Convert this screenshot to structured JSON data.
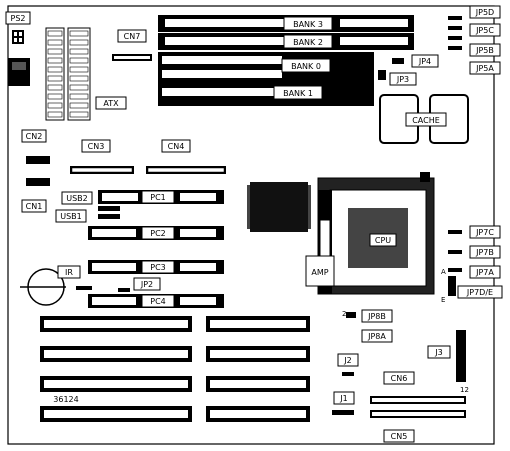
{
  "board": {
    "model_number": "36124",
    "connectors": {
      "ps2": "PS2",
      "cn7": "CN7",
      "atx": "ATX",
      "cn2": "CN2",
      "cn1": "CN1",
      "cn3": "CN3",
      "cn4": "CN4",
      "usb2": "USB2",
      "usb1": "USB1",
      "ir": "IR",
      "cn6": "CN6",
      "cn5": "CN5"
    },
    "memory_banks": [
      "BANK 3",
      "BANK 2",
      "BANK 0",
      "BANK 1"
    ],
    "slots": {
      "pc1": "PC1",
      "pc2": "PC2",
      "pc3": "PC3",
      "pc4": "PC4"
    },
    "jumpers": {
      "jp5d": "JP5D",
      "jp5c": "JP5C",
      "jp5b": "JP5B",
      "jp5a": "JP5A",
      "jp4": "JP4",
      "jp3": "JP3",
      "jp7c": "JP7C",
      "jp7b": "JP7B",
      "jp7a": "JP7A",
      "jp7d_e": "JP7D/E",
      "jp8b": "JP8B",
      "jp8a": "JP8A",
      "jp2": "JP2",
      "j3": "J3",
      "j2": "J2",
      "j1": "J1"
    },
    "chips": {
      "cache": "CACHE",
      "cpu": "CPU",
      "amp": "AMP"
    },
    "pin_marks": {
      "a": "A",
      "e": "E",
      "two": "2",
      "twelve": "12"
    }
  }
}
